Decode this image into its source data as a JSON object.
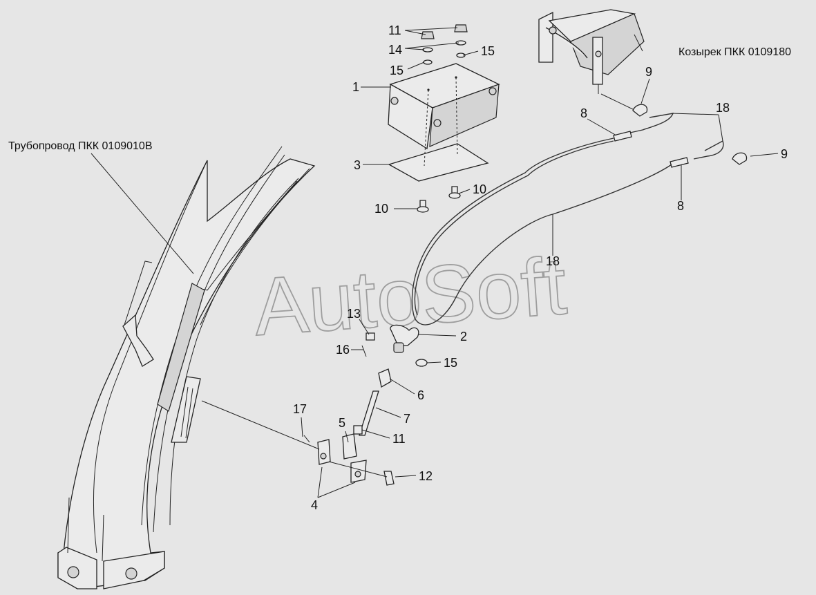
{
  "watermark": "AutoSoft",
  "labels": {
    "pipeline": "Трубопровод ПКК 0109010В",
    "visor": "Козырек ПКК 0109180"
  },
  "callouts": [
    {
      "id": "c1",
      "text": "1"
    },
    {
      "id": "c3",
      "text": "3"
    },
    {
      "id": "c11a",
      "text": "11"
    },
    {
      "id": "c14",
      "text": "14"
    },
    {
      "id": "c15a",
      "text": "15"
    },
    {
      "id": "c15b",
      "text": "15"
    },
    {
      "id": "c10a",
      "text": "10"
    },
    {
      "id": "c10b",
      "text": "10"
    },
    {
      "id": "c9a",
      "text": "9"
    },
    {
      "id": "c9b",
      "text": "9"
    },
    {
      "id": "c18a",
      "text": "18"
    },
    {
      "id": "c18b",
      "text": "18"
    },
    {
      "id": "c8a",
      "text": "8"
    },
    {
      "id": "c8b",
      "text": "8"
    },
    {
      "id": "c13",
      "text": "13"
    },
    {
      "id": "c16",
      "text": "16"
    },
    {
      "id": "c2",
      "text": "2"
    },
    {
      "id": "c15c",
      "text": "15"
    },
    {
      "id": "c6",
      "text": "6"
    },
    {
      "id": "c7",
      "text": "7"
    },
    {
      "id": "c17",
      "text": "17"
    },
    {
      "id": "c5",
      "text": "5"
    },
    {
      "id": "c11b",
      "text": "11"
    },
    {
      "id": "c12",
      "text": "12"
    },
    {
      "id": "c4",
      "text": "4"
    }
  ]
}
